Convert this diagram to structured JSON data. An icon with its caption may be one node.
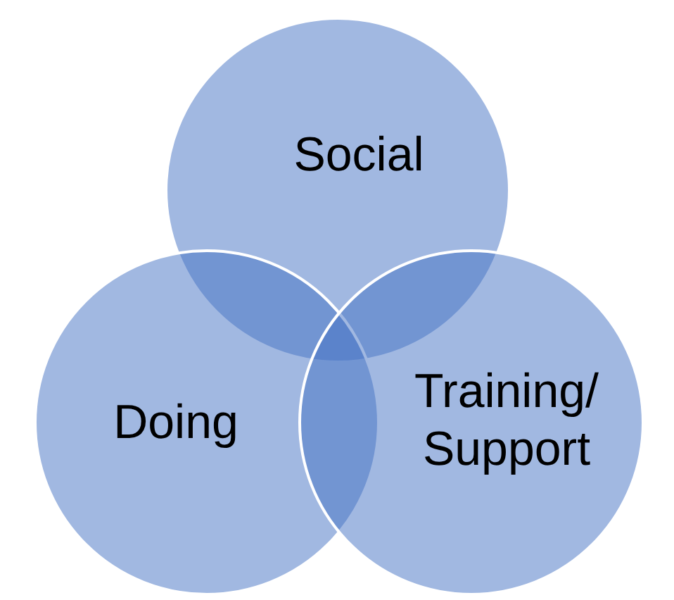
{
  "diagram": {
    "nodes": [
      {
        "text": [
          "Social"
        ]
      },
      {
        "text": [
          "Doing"
        ]
      },
      {
        "text": [
          "Training/ Support"
        ]
      }
    ]
  }
}
